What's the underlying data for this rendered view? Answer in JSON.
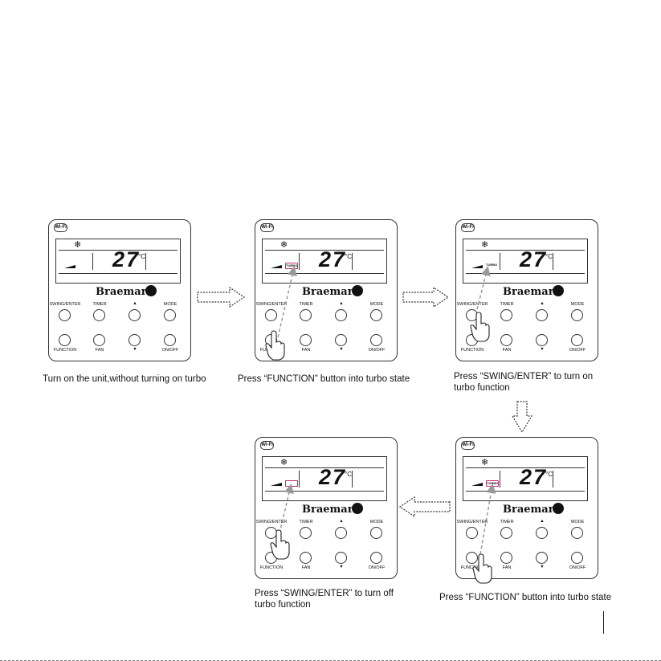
{
  "panels": [
    {
      "id": "p1",
      "caption_lines": [
        "Turn on the unit,without turning on turbo"
      ],
      "turbo": "none"
    },
    {
      "id": "p2",
      "caption_lines": [
        "Press “FUNCTION” button into turbo state"
      ],
      "turbo": "blink"
    },
    {
      "id": "p3",
      "caption_lines": [
        "Press “SWING/ENTER” to turn on",
        "turbo function"
      ],
      "turbo": "on"
    },
    {
      "id": "p4",
      "caption_lines": [
        "Press “FUNCTION” button into turbo state"
      ],
      "turbo": "blink"
    },
    {
      "id": "p5",
      "caption_lines": [
        "Press “SWING/ENTER” to turn off",
        "turbo function"
      ],
      "turbo": "empty"
    }
  ],
  "controller": {
    "badge": "Wi-Fi",
    "temperature": "27",
    "unit": "°C",
    "brand": "Braemar",
    "turbo_text": "TURBO",
    "buttons_top": [
      "SWING/ENTER",
      "TIMER",
      "▲",
      "MODE"
    ],
    "buttons_bottom": [
      "FUNCTION",
      "FAN",
      "▼",
      "ON/OFF"
    ]
  }
}
